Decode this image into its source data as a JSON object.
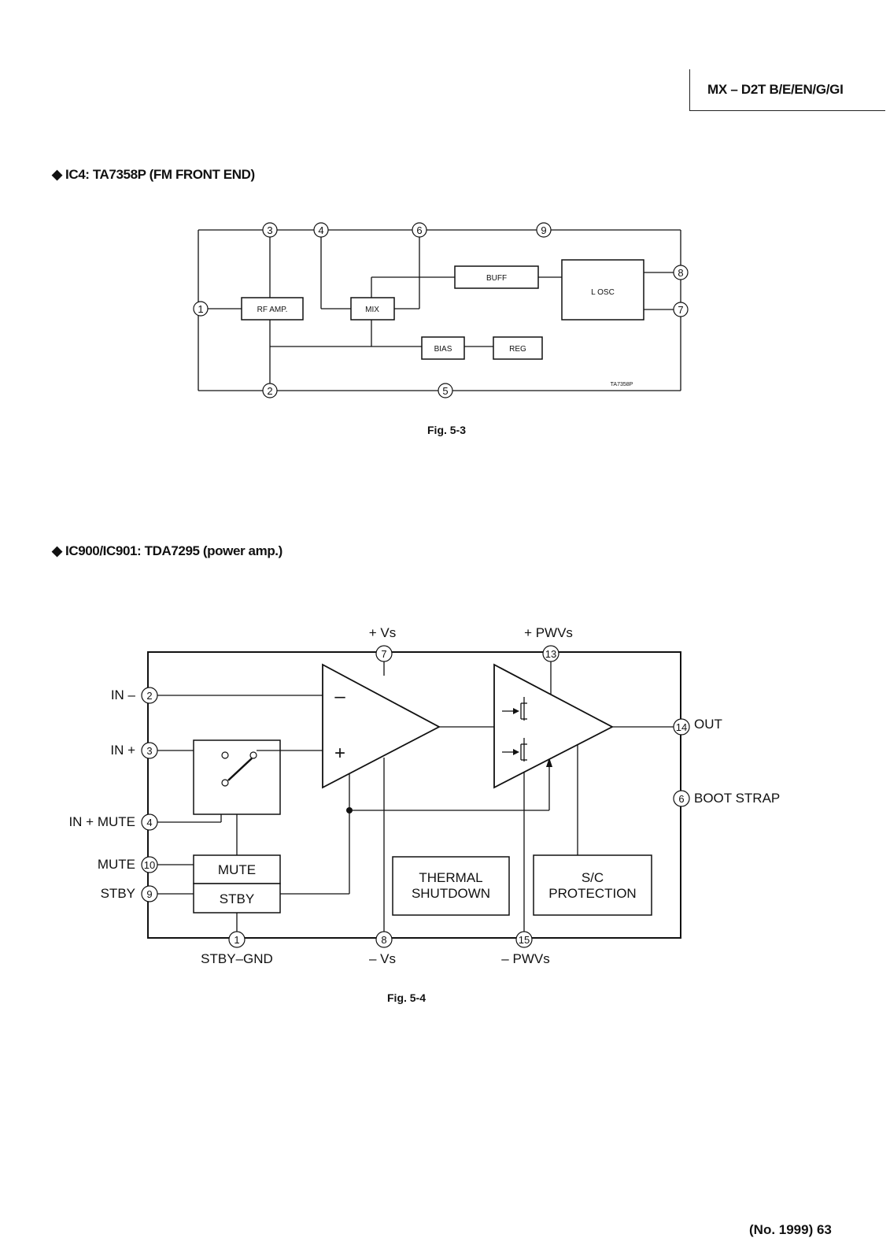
{
  "header": {
    "model": "MX – D2T B/E/EN/G/GI"
  },
  "section1": {
    "title": "◆ IC4: TA7358P (FM FRONT END)",
    "caption": "Fig. 5-3",
    "blocks": {
      "rf_amp": "RF AMP.",
      "mix": "MIX",
      "buff": "BUFF",
      "losc": "L OSC",
      "bias": "BIAS",
      "reg": "REG"
    },
    "part_label": "TA7358P",
    "pins": {
      "p1": "1",
      "p2": "2",
      "p3": "3",
      "p4": "4",
      "p5": "5",
      "p6": "6",
      "p7": "7",
      "p8": "8",
      "p9": "9"
    }
  },
  "section2": {
    "title": "◆ IC900/IC901: TDA7295 (power amp.)",
    "caption": "Fig. 5-4",
    "labels": {
      "plus_vs": "+ Vs",
      "plus_pwvs": "+ PWVs",
      "in_minus": "IN –",
      "in_plus": "IN +",
      "in_plus_mute": "IN + MUTE",
      "mute": "MUTE",
      "stby": "STBY",
      "out": "OUT",
      "boot_strap": "BOOT STRAP",
      "stby_gnd": "STBY–GND",
      "minus_vs": "– Vs",
      "minus_pwvs": "– PWVs"
    },
    "blocks": {
      "mute": "MUTE",
      "stby": "STBY",
      "thermal_1": "THERMAL",
      "thermal_2": "SHUTDOWN",
      "sc_1": "S/C",
      "sc_2": "PROTECTION"
    },
    "amp_symbols": {
      "minus": "–",
      "plus": "+"
    },
    "pins": {
      "p1": "1",
      "p2": "2",
      "p3": "3",
      "p4": "4",
      "p6": "6",
      "p7": "7",
      "p8": "8",
      "p9": "9",
      "p10": "10",
      "p13": "13",
      "p14": "14",
      "p15": "15"
    }
  },
  "footer": {
    "page": "(No. 1999)  63"
  }
}
